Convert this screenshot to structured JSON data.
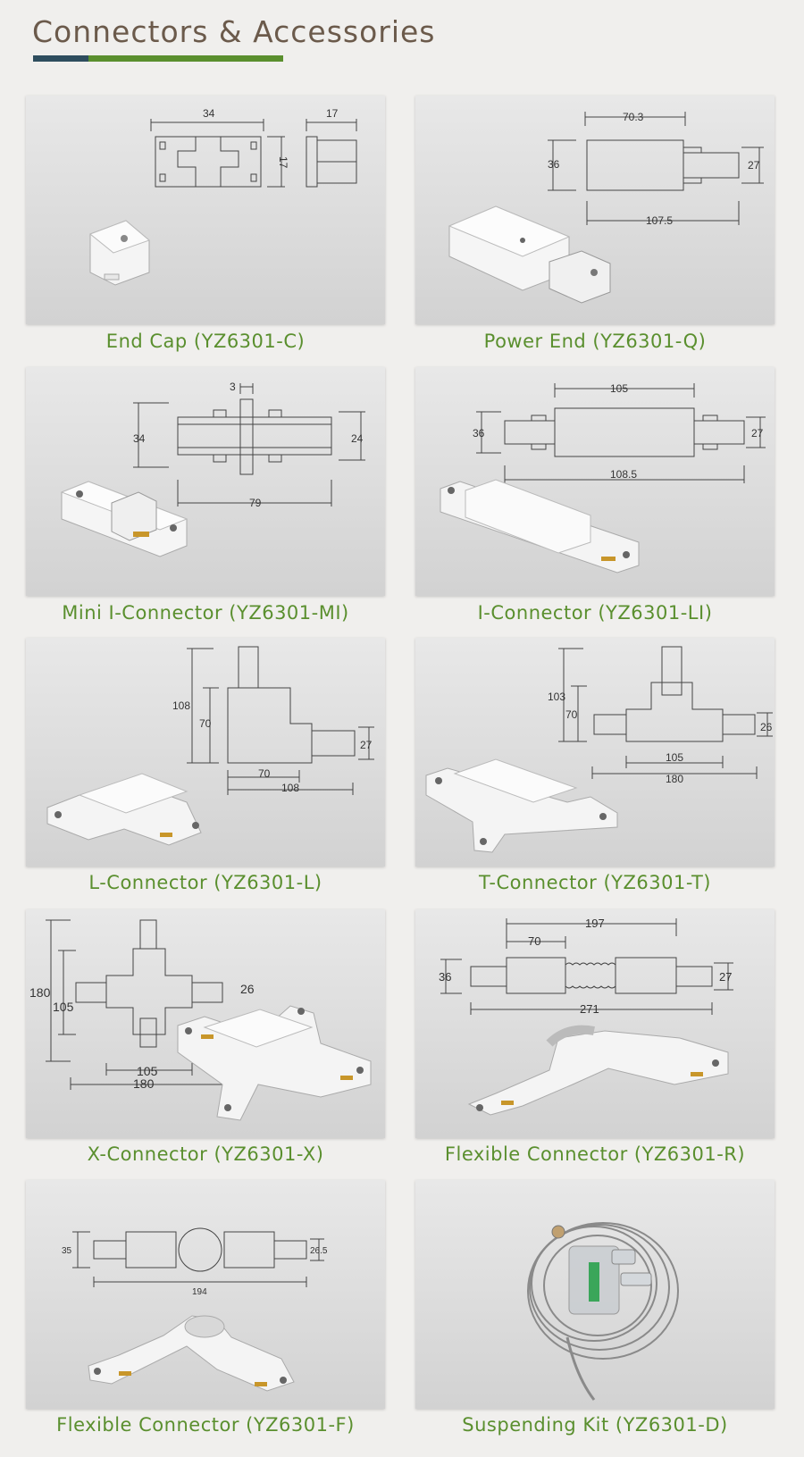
{
  "header": {
    "title": "Connectors & Accessories"
  },
  "colors": {
    "title": "#6b5a4b",
    "accent_green": "#5a8f2e",
    "accent_dark": "#2e4d5e",
    "caption": "#5a8f2e"
  },
  "products": [
    {
      "caption": "End Cap (YZ6301-C)",
      "dims": [
        "34",
        "17",
        "17"
      ]
    },
    {
      "caption": "Power End (YZ6301-Q)",
      "dims": [
        "70.3",
        "36",
        "27",
        "107.5"
      ]
    },
    {
      "caption": "Mini I-Connector (YZ6301-MI)",
      "dims": [
        "3",
        "34",
        "24",
        "79"
      ]
    },
    {
      "caption": "I-Connector (YZ6301-LI)",
      "dims": [
        "105",
        "36",
        "27",
        "108.5"
      ]
    },
    {
      "caption": "L-Connector (YZ6301-L)",
      "dims": [
        "108",
        "70",
        "27",
        "70",
        "108"
      ]
    },
    {
      "caption": "T-Connector (YZ6301-T)",
      "dims": [
        "103",
        "70",
        "26",
        "105",
        "180"
      ]
    },
    {
      "caption": "X-Connector (YZ6301-X)",
      "dims": [
        "180",
        "105",
        "26",
        "105",
        "180"
      ]
    },
    {
      "caption": "Flexible Connector (YZ6301-R)",
      "dims": [
        "197",
        "70",
        "36",
        "27",
        "271"
      ]
    },
    {
      "caption": "Flexible Connector (YZ6301-F)",
      "dims": [
        "35",
        "26.5",
        "194"
      ]
    },
    {
      "caption": "Suspending Kit (YZ6301-D)",
      "dims": []
    }
  ]
}
